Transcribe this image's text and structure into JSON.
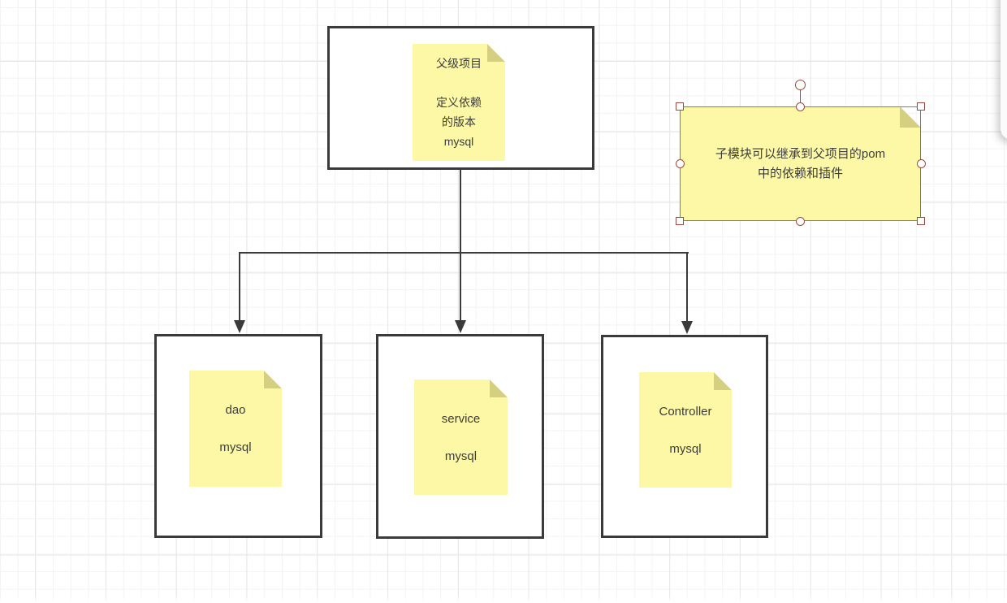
{
  "canvas": {
    "background_color": "#ffffff",
    "grid_minor_color": "#f3f3f4",
    "grid_major_color": "#e7e7e9"
  },
  "palette": {
    "shape_stroke": "#3a3a3a",
    "shape_fill": "#ffffff",
    "note_fill": "#fcf8a6",
    "note_fold": "#d5cf82",
    "note_text": "#3d3d3d",
    "selection_handle_color": "#9a4a44"
  },
  "parent_group": {
    "note_lines": [
      "父级项目",
      "",
      "定义依赖",
      "的版本",
      "mysql"
    ]
  },
  "child_groups": [
    {
      "id": "dao",
      "note_lines": [
        "dao",
        "",
        "mysql"
      ]
    },
    {
      "id": "service",
      "note_lines": [
        "service",
        "",
        "mysql"
      ]
    },
    {
      "id": "controller",
      "note_lines": [
        "Controller",
        "",
        "mysql"
      ]
    }
  ],
  "annotation_note": {
    "lines": [
      "子模块可以继承到父项目的pom",
      "中的依赖和插件"
    ],
    "selected": true
  },
  "edges": [
    {
      "from": "parent",
      "to": "dao"
    },
    {
      "from": "parent",
      "to": "service"
    },
    {
      "from": "parent",
      "to": "controller"
    }
  ]
}
